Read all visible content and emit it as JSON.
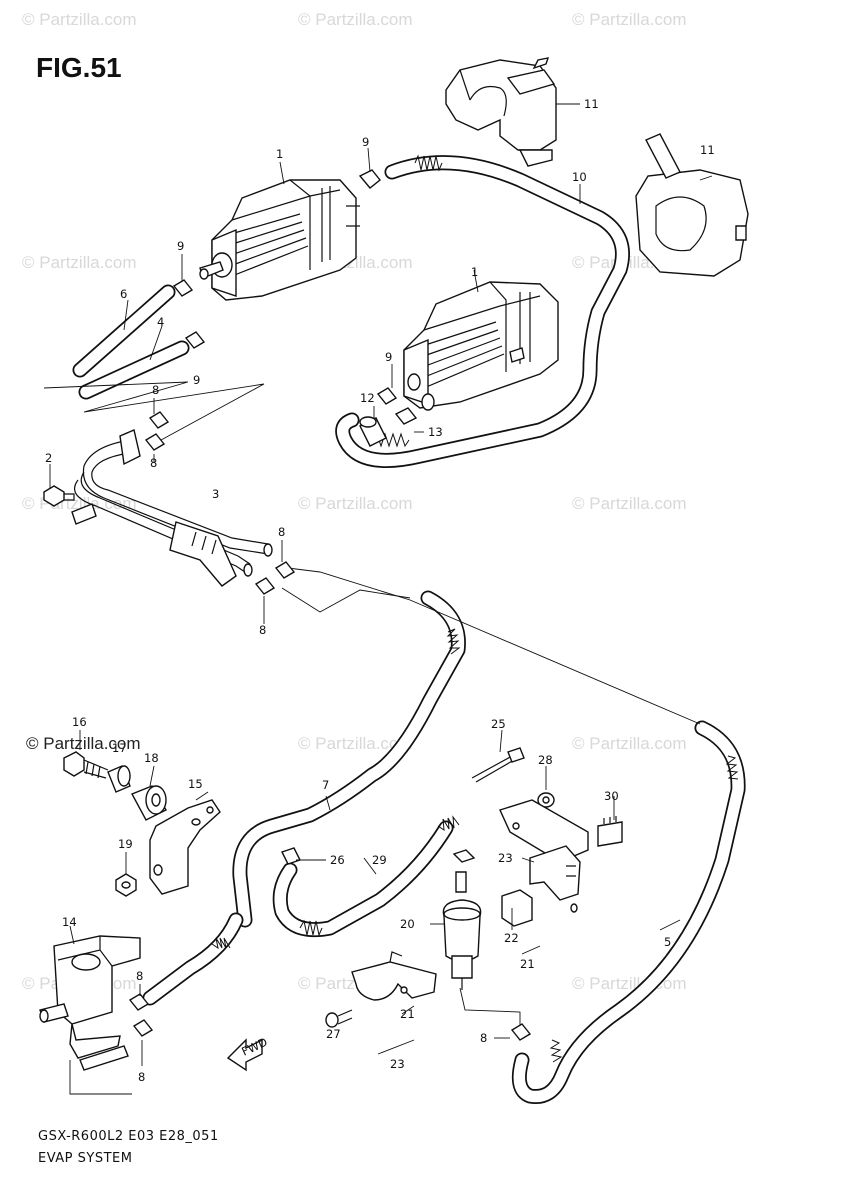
{
  "figure": {
    "title": "FIG.51",
    "code": "GSX-R600L2 E03 E28_051",
    "name": "EVAP SYSTEM"
  },
  "watermark": {
    "text": "© Partzilla.com",
    "featured_text": "© Partzilla.com"
  },
  "callouts": {
    "c1a": "1",
    "c1b": "1",
    "c2": "2",
    "c3": "3",
    "c4": "4",
    "c5": "5",
    "c6": "6",
    "c7": "7",
    "c8a": "8",
    "c8b": "8",
    "c8c": "8",
    "c8d": "8",
    "c8e": "8",
    "c8f": "8",
    "c8g": "8",
    "c9a": "9",
    "c9b": "9",
    "c9c": "9",
    "c9d": "9",
    "c10": "10",
    "c11a": "11",
    "c11b": "11",
    "c12": "12",
    "c13": "13",
    "c14": "14",
    "c15": "15",
    "c16": "16",
    "c17": "17",
    "c18": "18",
    "c19": "19",
    "c20": "20",
    "c21a": "21",
    "c21b": "21",
    "c22": "22",
    "c23a": "23",
    "c23b": "23",
    "c25": "25",
    "c26": "26",
    "c27": "27",
    "c28": "28",
    "c29": "29",
    "c30": "30"
  },
  "icons": {
    "fwd_arrow": "fwd-arrow-icon"
  }
}
